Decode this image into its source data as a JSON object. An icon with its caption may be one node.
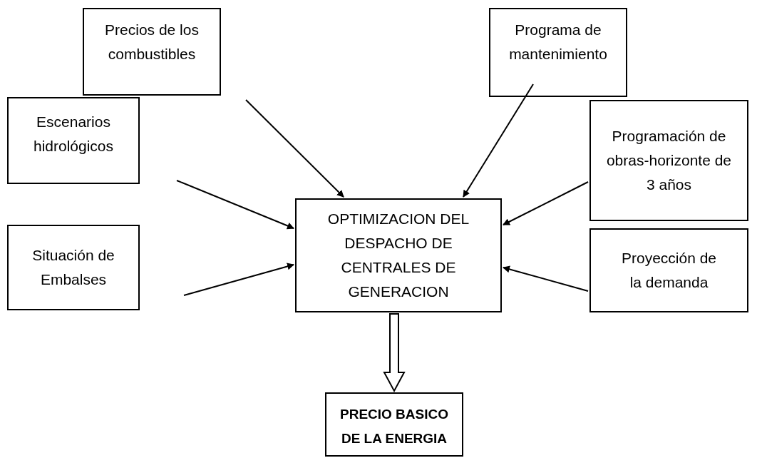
{
  "diagram": {
    "nodes": [
      {
        "text": [
          "Precios de los combustibles"
        ]
      },
      {
        "text": [
          "Programa de mantenimiento"
        ]
      },
      {
        "text": [
          "Escenarios hidrológicos"
        ]
      },
      {
        "text": [
          "Programación de obras-horizonte de 3 años"
        ]
      },
      {
        "text": [
          "Situación de Embalses"
        ]
      },
      {
        "text": [
          "OPTIMIZACION DEL DESPACHO DE CENTRALES DE GENERACION"
        ]
      },
      {
        "text": [
          "Proyección de la demanda"
        ]
      },
      {
        "text": [
          "PRECIO BASICO DE LA ENERGIA"
        ]
      }
    ],
    "edges": [
      {
        "from": 0,
        "to": 5,
        "arrow": "to"
      },
      {
        "from": 1,
        "to": 5,
        "arrow": "to"
      },
      {
        "from": 2,
        "to": 5,
        "arrow": "to"
      },
      {
        "from": 3,
        "to": 5,
        "arrow": "to"
      },
      {
        "from": 4,
        "to": 5,
        "arrow": "to"
      },
      {
        "from": 6,
        "to": 5,
        "arrow": "to"
      },
      {
        "from": 5,
        "to": 7,
        "arrow": "to",
        "style": "thick"
      }
    ]
  }
}
